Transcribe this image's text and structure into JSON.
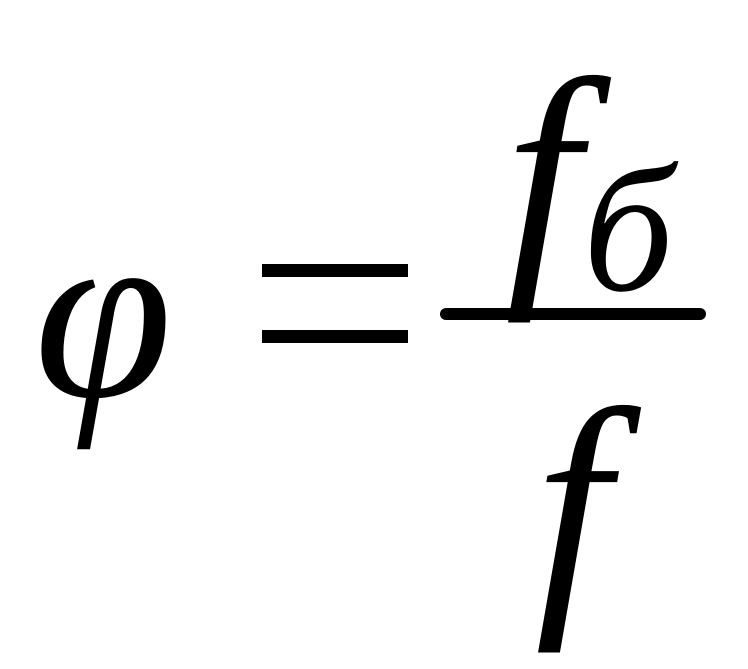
{
  "formula": {
    "lhs": "φ",
    "equals": "=",
    "numerator": "f",
    "numerator_subscript": "б",
    "denominator": "f"
  }
}
